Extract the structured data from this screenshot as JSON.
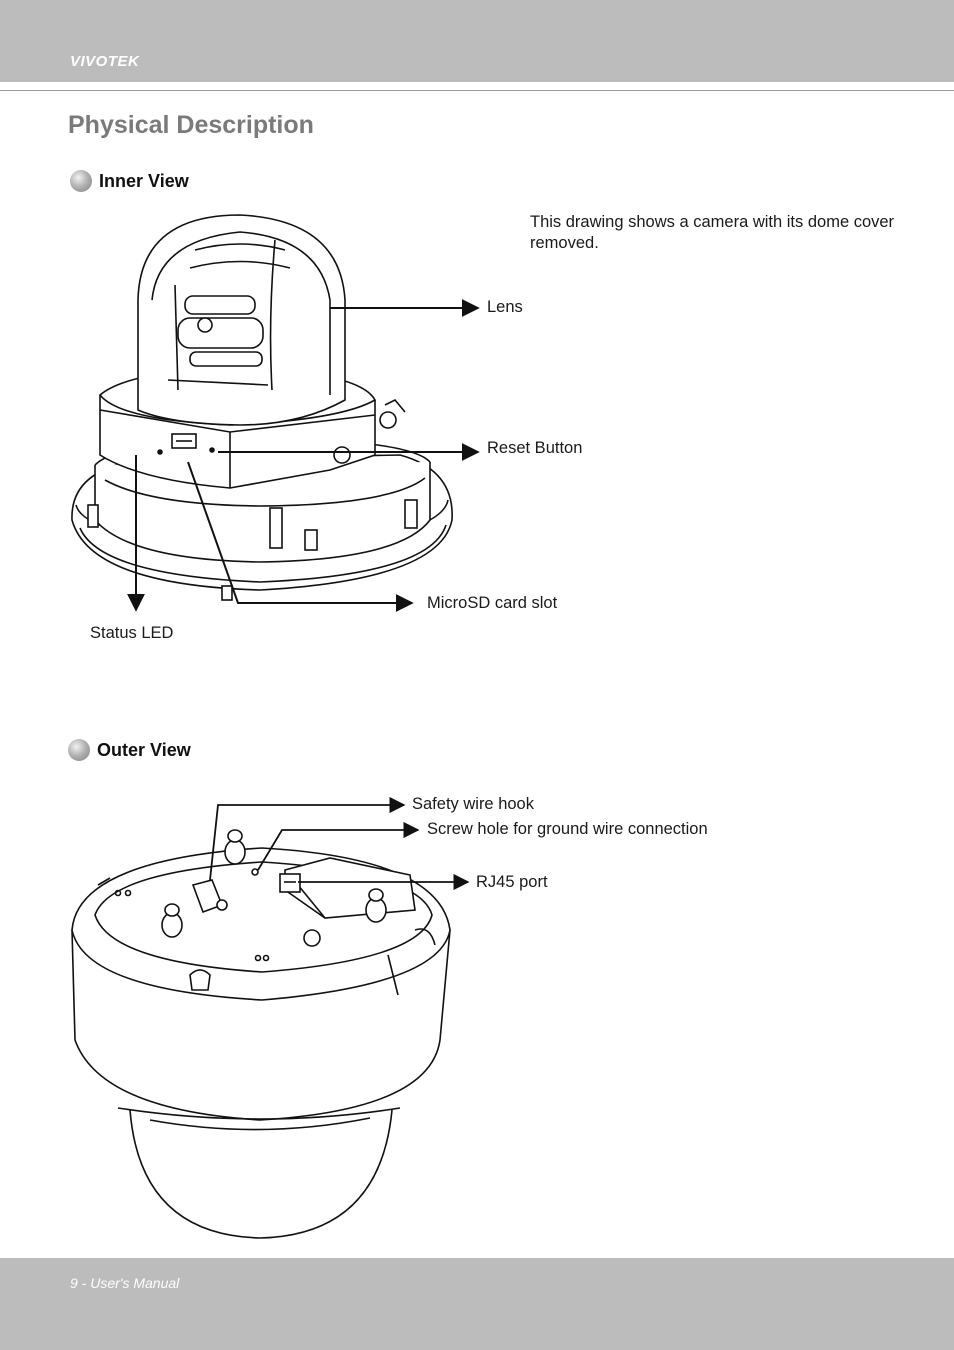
{
  "header": {
    "brand": "VIVOTEK"
  },
  "page": {
    "title": "Physical Description"
  },
  "inner_view": {
    "heading": "Inner View",
    "note": "This drawing shows a camera with its dome cover removed.",
    "labels": {
      "lens": "Lens",
      "reset_button": "Reset Button",
      "microsd_slot": "MicroSD card slot",
      "status_led": "Status LED"
    }
  },
  "outer_view": {
    "heading": "Outer View",
    "labels": {
      "safety_wire_hook": "Safety wire hook",
      "ground_screw_hole": "Screw hole for ground wire connection",
      "rj45_port": "RJ45 port"
    }
  },
  "footer": {
    "page_label": "9 - User's Manual"
  }
}
